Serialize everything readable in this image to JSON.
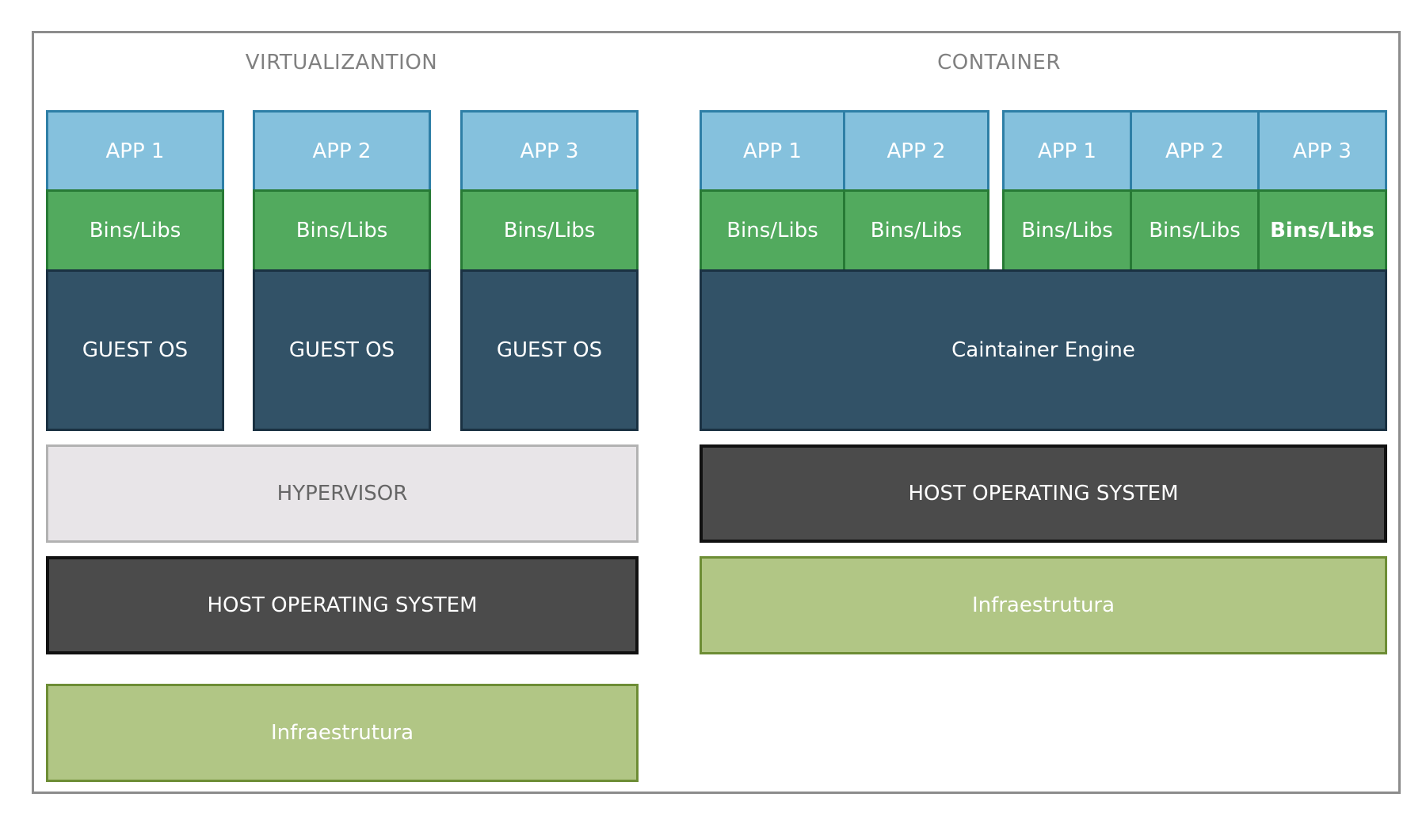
{
  "virtualization": {
    "title": "VIRTUALIZANTION",
    "stacks": [
      {
        "app": "APP 1",
        "bins": "Bins/Libs",
        "os": "GUEST OS"
      },
      {
        "app": "APP 2",
        "bins": "Bins/Libs",
        "os": "GUEST OS"
      },
      {
        "app": "APP 3",
        "bins": "Bins/Libs",
        "os": "GUEST OS"
      }
    ],
    "hypervisor": "HYPERVISOR",
    "host_os": "HOST OPERATING SYSTEM",
    "infrastructure": "Infraestrutura"
  },
  "container": {
    "title": "CONTAINER",
    "group1": [
      {
        "app": "APP 1",
        "bins": "Bins/Libs"
      },
      {
        "app": "APP 2",
        "bins": "Bins/Libs"
      }
    ],
    "group2": [
      {
        "app": "APP 1",
        "bins": "Bins/Libs"
      },
      {
        "app": "APP 2",
        "bins": "Bins/Libs"
      },
      {
        "app": "APP 3",
        "bins": "Bins/Libs"
      }
    ],
    "engine": "Caintainer Engine",
    "host_os": "HOST OPERATING SYSTEM",
    "infrastructure": "Infraestrutura"
  },
  "colors": {
    "app": "#85c1dd",
    "bins": "#52aa5e",
    "guest_os": "#325267",
    "hypervisor": "#e8e5e8",
    "host_os": "#4b4b4b",
    "infrastructure": "#b1c685"
  }
}
